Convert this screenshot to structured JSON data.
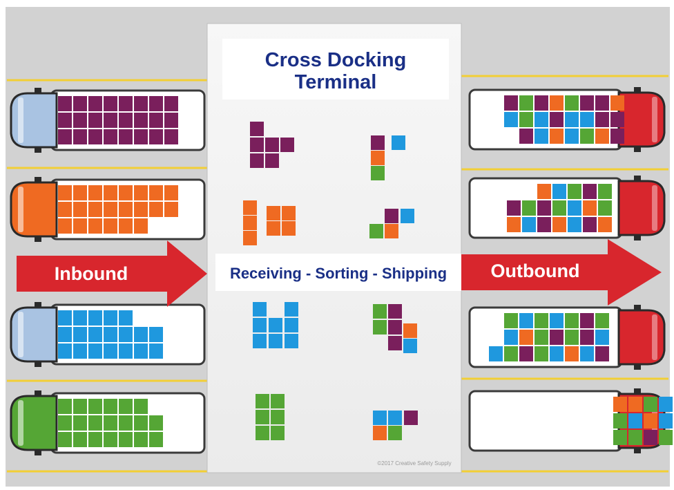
{
  "title_line1": "Cross Docking",
  "title_line2": "Terminal",
  "inbound_label": "Inbound",
  "outbound_label": "Outbound",
  "process_label": "Receiving - Sorting - Shipping",
  "copyright": "©2017 Creative Safety Supply",
  "colors": {
    "purple": "#7a1f5c",
    "orange": "#ef6a22",
    "blue": "#1f98de",
    "green": "#55a635",
    "red": "#d8262d",
    "asphalt": "#d4d4d4",
    "title_blue": "#1a2f86",
    "lane_yellow": "#f5d33a"
  },
  "icons": {
    "arrow": "red-arrow-icon",
    "truck": "truck-icon",
    "pallet": "pallet-box-icon"
  }
}
